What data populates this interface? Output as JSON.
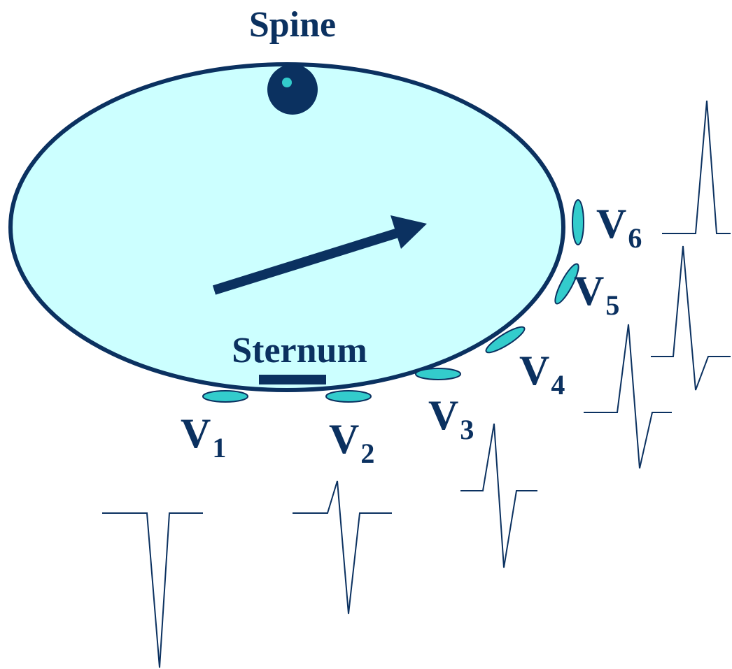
{
  "labels": {
    "spine": "Spine",
    "sternum": "Sternum"
  },
  "leads": [
    {
      "letter": "V",
      "sub": "1"
    },
    {
      "letter": "V",
      "sub": "2"
    },
    {
      "letter": "V",
      "sub": "3"
    },
    {
      "letter": "V",
      "sub": "4"
    },
    {
      "letter": "V",
      "sub": "5"
    },
    {
      "letter": "V",
      "sub": "6"
    }
  ],
  "colors": {
    "navy": "#0B3160",
    "chest_fill": "#CCFFFF",
    "electrode_fill": "#33CCCC",
    "background": "#FFFFFF"
  },
  "icons": {
    "vector_arrow": "arrow-icon",
    "spine_marker": "vertebra-icon",
    "sternum_marker": "sternum-bar-icon"
  }
}
